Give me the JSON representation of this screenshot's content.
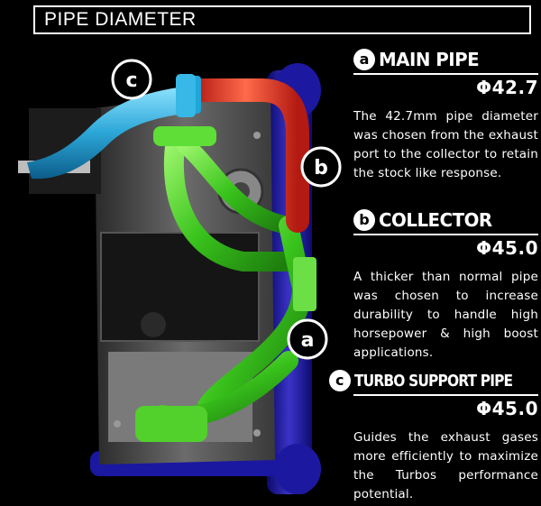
{
  "header": {
    "title": "PIPE DIAMETER"
  },
  "callouts": {
    "a": "a",
    "b": "b",
    "c": "c"
  },
  "sections": [
    {
      "letter": "a",
      "title": "MAIN PIPE",
      "diameter": "Φ42.7",
      "description": "The 42.7mm pipe diameter was chosen from the exhaust port to the collector to retain the stock like response.",
      "colors": {
        "pipe": "#e0402a"
      }
    },
    {
      "letter": "b",
      "title": "COLLECTOR",
      "diameter": "Φ45.0",
      "description": "A thicker than normal pipe was chosen to increase durability to handle high horsepower & high boost applications.",
      "colors": {
        "pipe": "#4fcf2a"
      }
    },
    {
      "letter": "c",
      "title": "TURBO SUPPORT PIPE",
      "diameter": "Φ45.0",
      "description": "Guides the exhaust gases more efficiently to maximize the Turbos performance potential.",
      "colors": {
        "pipe": "#2fa9d6"
      }
    }
  ]
}
